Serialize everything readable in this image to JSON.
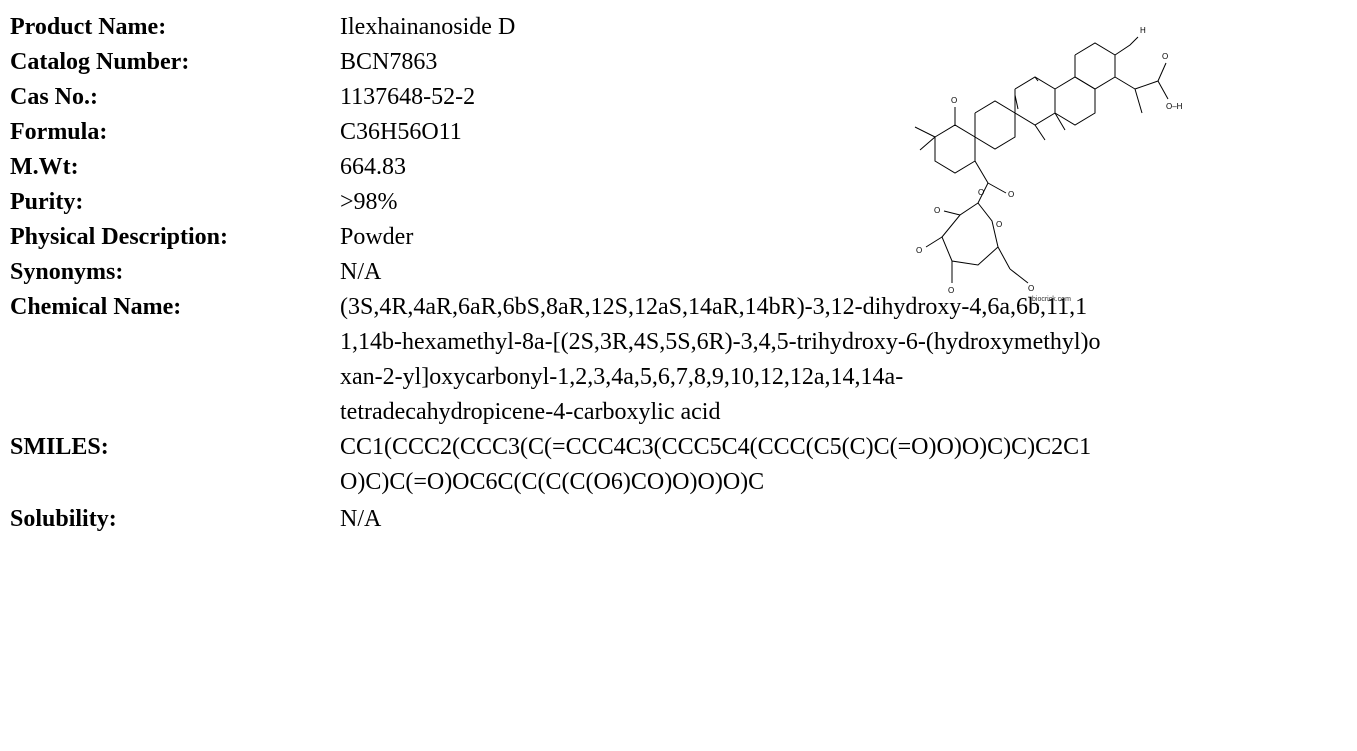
{
  "fields": [
    {
      "key": "product_name",
      "label": "Product Name:",
      "value": [
        "Ilexhainanoside D"
      ]
    },
    {
      "key": "catalog_number",
      "label": "Catalog Number:",
      "value": [
        "BCN7863"
      ]
    },
    {
      "key": "cas_no",
      "label": "Cas No.:",
      "value": [
        "1137648-52-2"
      ]
    },
    {
      "key": "formula",
      "label": "Formula:",
      "value": [
        "C36H56O11"
      ]
    },
    {
      "key": "mwt",
      "label": "M.Wt:",
      "value": [
        "664.83"
      ]
    },
    {
      "key": "purity",
      "label": "Purity:",
      "value": [
        ">98%"
      ]
    },
    {
      "key": "physical_description",
      "label": "Physical Description:",
      "value": [
        "Powder"
      ]
    },
    {
      "key": "synonyms",
      "label": "Synonyms:",
      "value": [
        "N/A"
      ]
    },
    {
      "key": "chemical_name",
      "label": "Chemical Name:",
      "value": [
        "(3S,4R,4aR,6aR,6bS,8aR,12S,12aS,14aR,14bR)-3,12-dihydroxy-4,6a,6b,11,1",
        "1,14b-hexamethyl-8a-[(2S,3R,4S,5S,6R)-3,4,5-trihydroxy-6-(hydroxymethyl)o",
        "xan-2-yl]oxycarbonyl-1,2,3,4a,5,6,7,8,9,10,12,12a,14,14a-",
        "tetradecahydropicene-4-carboxylic acid"
      ]
    },
    {
      "key": "smiles",
      "label": "SMILES:",
      "value": [
        "CC1(CCC2(CCC3(C(=CCC4C3(CCC5C4(CCC(C5(C)C(=O)O)O)C)C)C2C1",
        "O)C)C(=O)OC6C(C(C(C(O6)CO)O)O)O)C"
      ]
    },
    {
      "key": "solubility",
      "label": "Solubility:",
      "value": [
        "N/A"
      ]
    }
  ],
  "structure": {
    "watermark": "biocrick.com",
    "atoms": {
      "o": "O",
      "h": "H",
      "oh": "O–H"
    }
  }
}
